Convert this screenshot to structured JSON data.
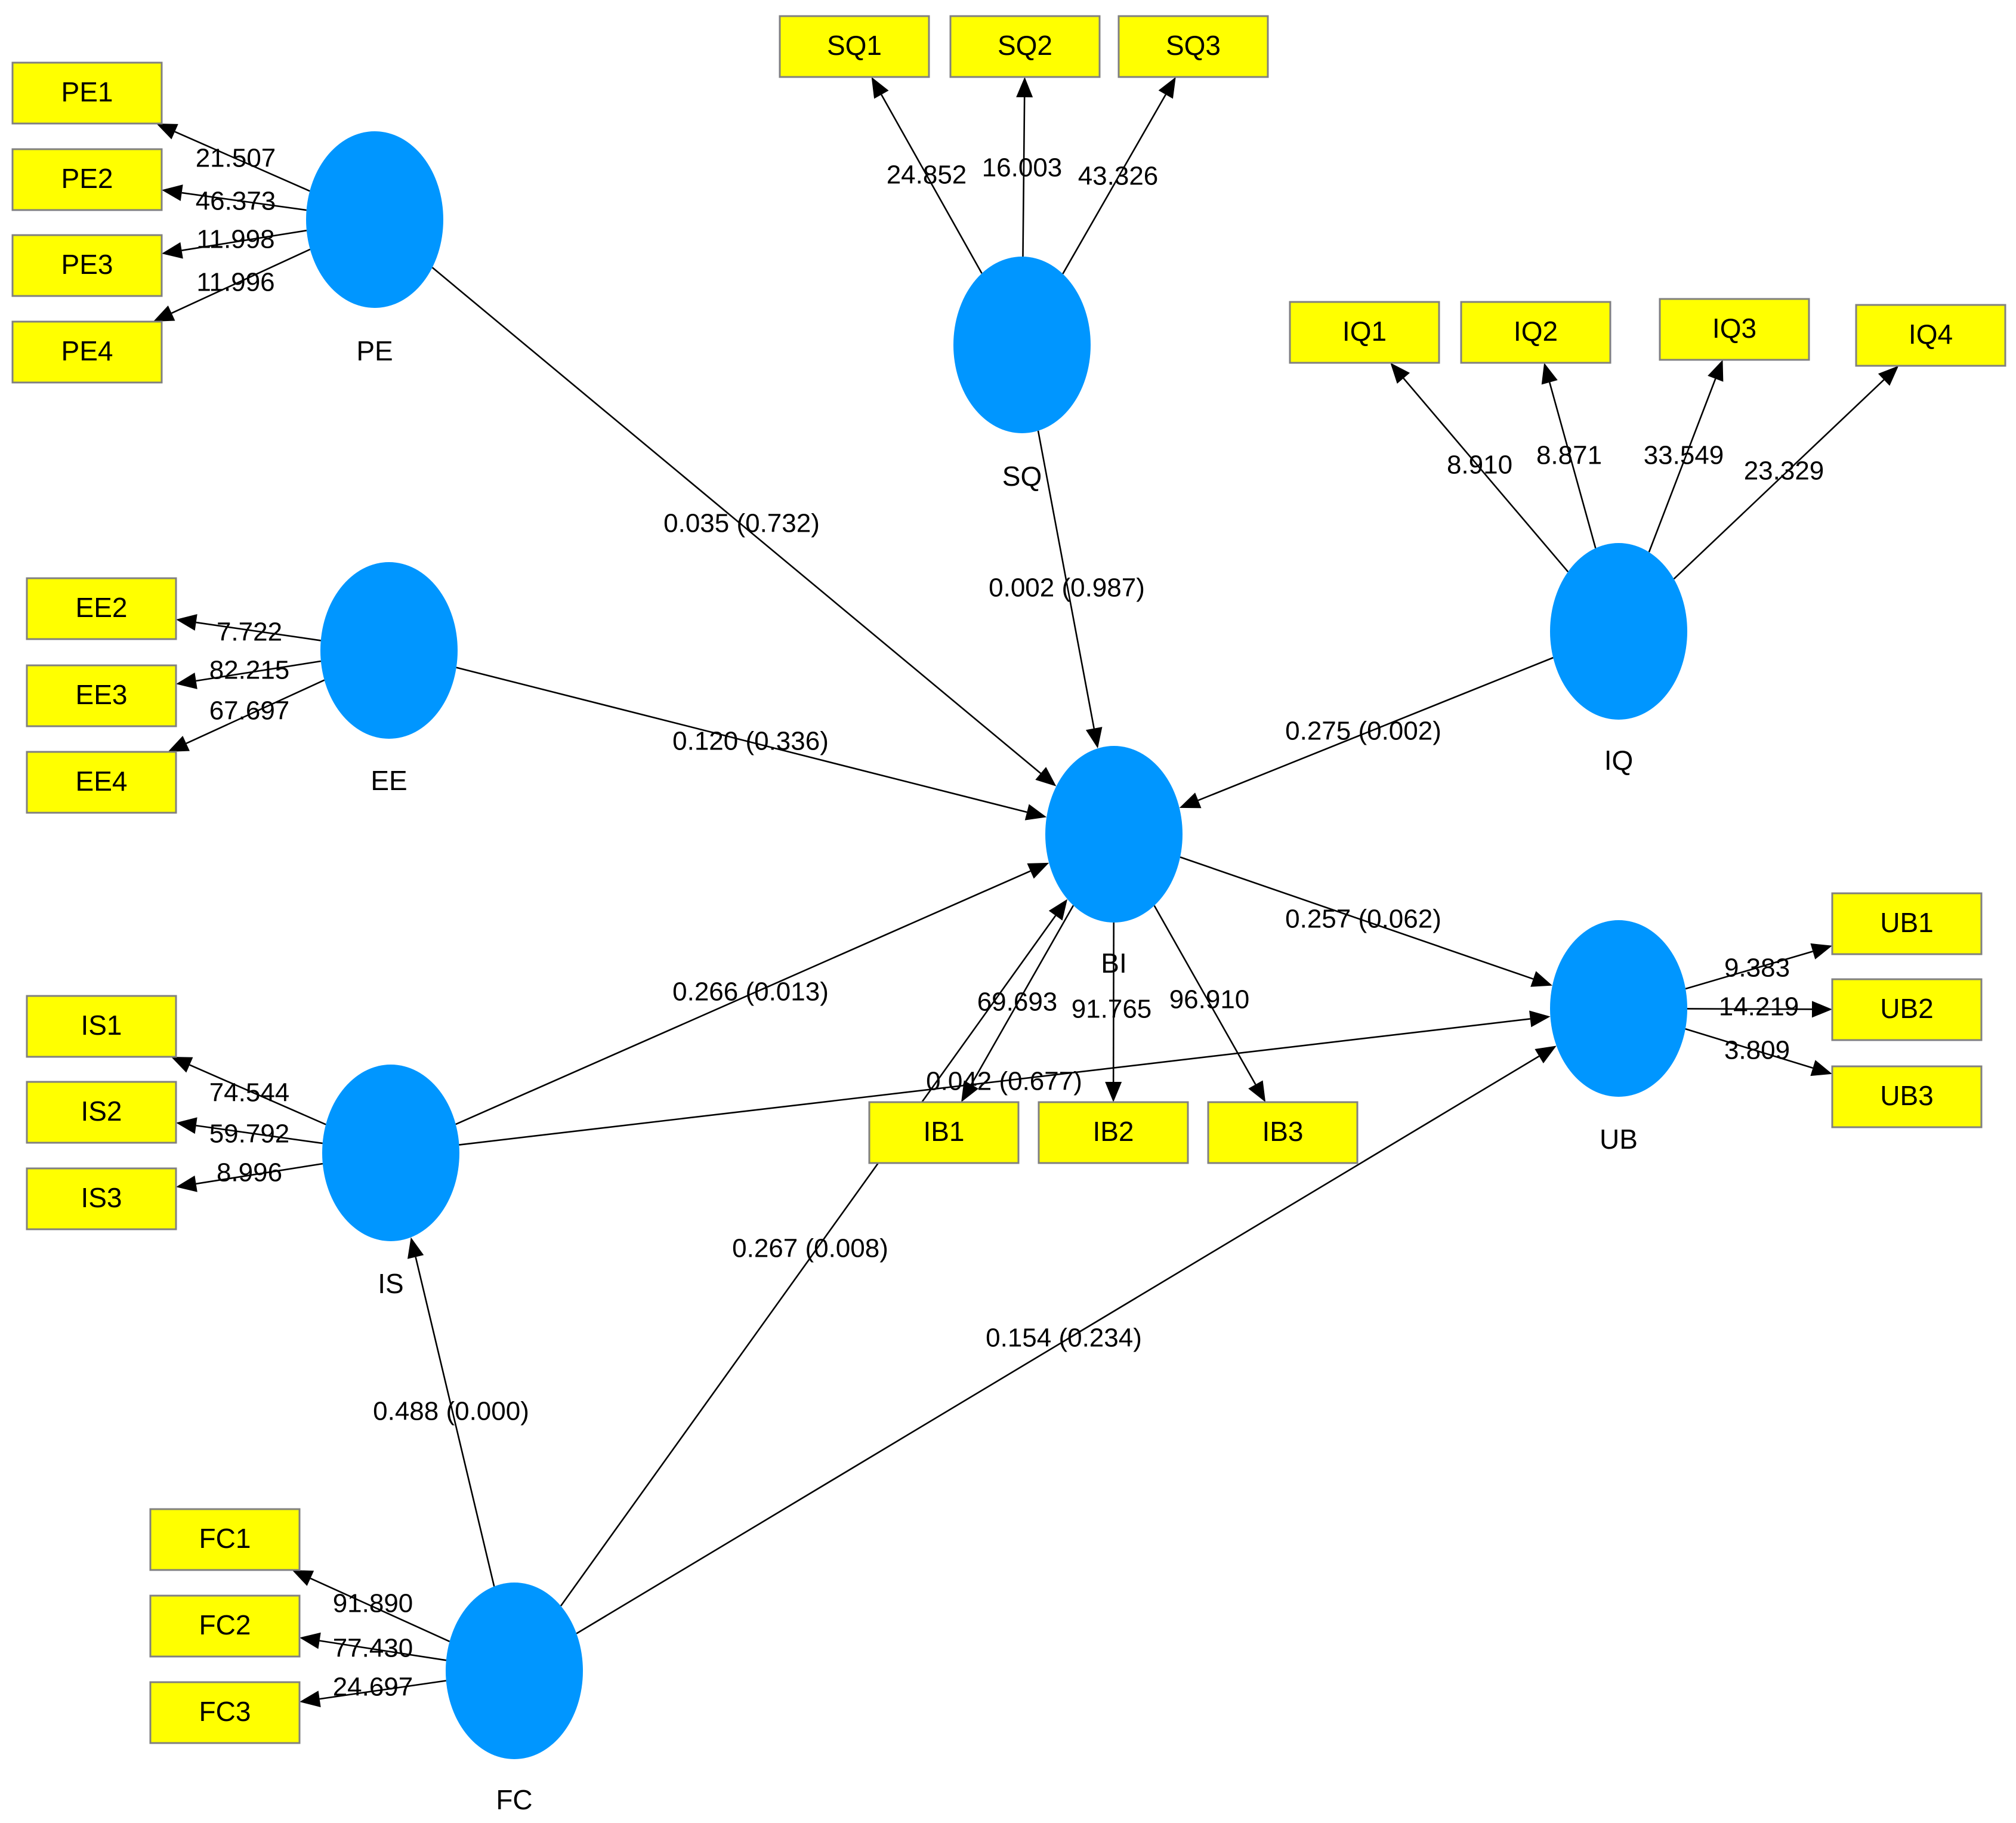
{
  "colors": {
    "latent": "#0096FF",
    "indicator": "#FFFF00",
    "line": "#000000",
    "indicator_border": "#808080"
  },
  "latent_variables": [
    {
      "id": "PE",
      "label": "PE"
    },
    {
      "id": "SQ",
      "label": "SQ"
    },
    {
      "id": "EE",
      "label": "EE"
    },
    {
      "id": "IQ",
      "label": "IQ"
    },
    {
      "id": "BI",
      "label": "BI"
    },
    {
      "id": "UB",
      "label": "UB"
    },
    {
      "id": "IS",
      "label": "IS"
    },
    {
      "id": "FC",
      "label": "FC"
    }
  ],
  "indicators": [
    {
      "id": "PE1",
      "label": "PE1",
      "parent": "PE",
      "value": "21.507"
    },
    {
      "id": "PE2",
      "label": "PE2",
      "parent": "PE",
      "value": "46.373"
    },
    {
      "id": "PE3",
      "label": "PE3",
      "parent": "PE",
      "value": "11.998"
    },
    {
      "id": "PE4",
      "label": "PE4",
      "parent": "PE",
      "value": "11.996"
    },
    {
      "id": "SQ1",
      "label": "SQ1",
      "parent": "SQ",
      "value": "24.852"
    },
    {
      "id": "SQ2",
      "label": "SQ2",
      "parent": "SQ",
      "value": "16.003"
    },
    {
      "id": "SQ3",
      "label": "SQ3",
      "parent": "SQ",
      "value": "43.326"
    },
    {
      "id": "IQ1",
      "label": "IQ1",
      "parent": "IQ",
      "value": "8.910"
    },
    {
      "id": "IQ2",
      "label": "IQ2",
      "parent": "IQ",
      "value": "8.871"
    },
    {
      "id": "IQ3",
      "label": "IQ3",
      "parent": "IQ",
      "value": "33.549"
    },
    {
      "id": "IQ4",
      "label": "IQ4",
      "parent": "IQ",
      "value": "23.329"
    },
    {
      "id": "EE2",
      "label": "EE2",
      "parent": "EE",
      "value": "7.722"
    },
    {
      "id": "EE3",
      "label": "EE3",
      "parent": "EE",
      "value": "82.215"
    },
    {
      "id": "EE4",
      "label": "EE4",
      "parent": "EE",
      "value": "67.697"
    },
    {
      "id": "UB1",
      "label": "UB1",
      "parent": "UB",
      "value": "9.383"
    },
    {
      "id": "UB2",
      "label": "UB2",
      "parent": "UB",
      "value": "14.219"
    },
    {
      "id": "UB3",
      "label": "UB3",
      "parent": "UB",
      "value": "3.809"
    },
    {
      "id": "IS1",
      "label": "IS1",
      "parent": "IS",
      "value": "74.544"
    },
    {
      "id": "IS2",
      "label": "IS2",
      "parent": "IS",
      "value": "59.792"
    },
    {
      "id": "IS3",
      "label": "IS3",
      "parent": "IS",
      "value": "8.996"
    },
    {
      "id": "IB1",
      "label": "IB1",
      "parent": "BI",
      "value": "69.693"
    },
    {
      "id": "IB2",
      "label": "IB2",
      "parent": "BI",
      "value": "91.765"
    },
    {
      "id": "IB3",
      "label": "IB3",
      "parent": "BI",
      "value": "96.910"
    },
    {
      "id": "FC1",
      "label": "FC1",
      "parent": "FC",
      "value": "91.890"
    },
    {
      "id": "FC2",
      "label": "FC2",
      "parent": "FC",
      "value": "77.430"
    },
    {
      "id": "FC3",
      "label": "FC3",
      "parent": "FC",
      "value": "24.697"
    }
  ],
  "paths": [
    {
      "from": "PE",
      "to": "BI",
      "label": "0.035 (0.732)"
    },
    {
      "from": "SQ",
      "to": "BI",
      "label": "0.002 (0.987)"
    },
    {
      "from": "EE",
      "to": "BI",
      "label": "0.120 (0.336)"
    },
    {
      "from": "IQ",
      "to": "BI",
      "label": "0.275 (0.002)"
    },
    {
      "from": "IS",
      "to": "BI",
      "label": "0.266 (0.013)"
    },
    {
      "from": "FC",
      "to": "BI",
      "label": "0.267 (0.008)"
    },
    {
      "from": "BI",
      "to": "UB",
      "label": "0.257 (0.062)"
    },
    {
      "from": "IS",
      "to": "UB",
      "label": "0.042 (0.677)"
    },
    {
      "from": "FC",
      "to": "UB",
      "label": "0.154 (0.234)"
    },
    {
      "from": "FC",
      "to": "IS",
      "label": "0.488 (0.000)"
    }
  ]
}
